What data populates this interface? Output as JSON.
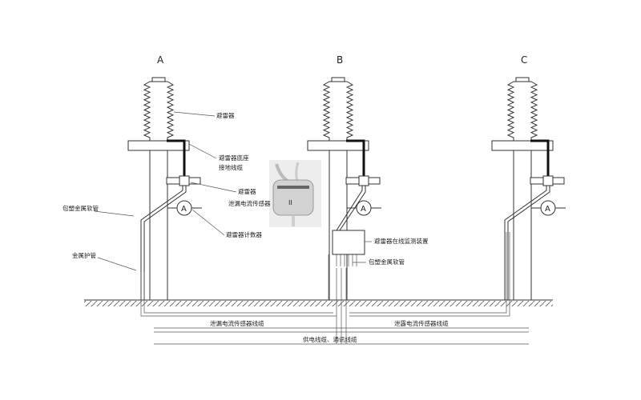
{
  "phases": [
    "A",
    "B",
    "C"
  ],
  "labels": {
    "arrester": "避雷器",
    "base_ground_1": "避雷器底座",
    "base_ground_2": "接地线缆",
    "sensor_1": "避雷器",
    "sensor_2": "泄漏电流传感器",
    "counter": "避雷器计数器",
    "metal_hose": "包塑金属软管",
    "metal_pipe": "金属护管",
    "monitor": "避雷器在线监测装置",
    "metal_hose_b": "包塑金属软管"
  },
  "bottom": {
    "left_cable": "泄漏电流传感器线缆",
    "right_cable": "泄露电流传感器线缆",
    "power_cable": "供电线缆、通讯线缆"
  },
  "photo": {
    "sensor_text": "II"
  },
  "colors": {
    "line": "#333333",
    "cable": "#111111",
    "photo_bg": "#e9e9e9"
  }
}
